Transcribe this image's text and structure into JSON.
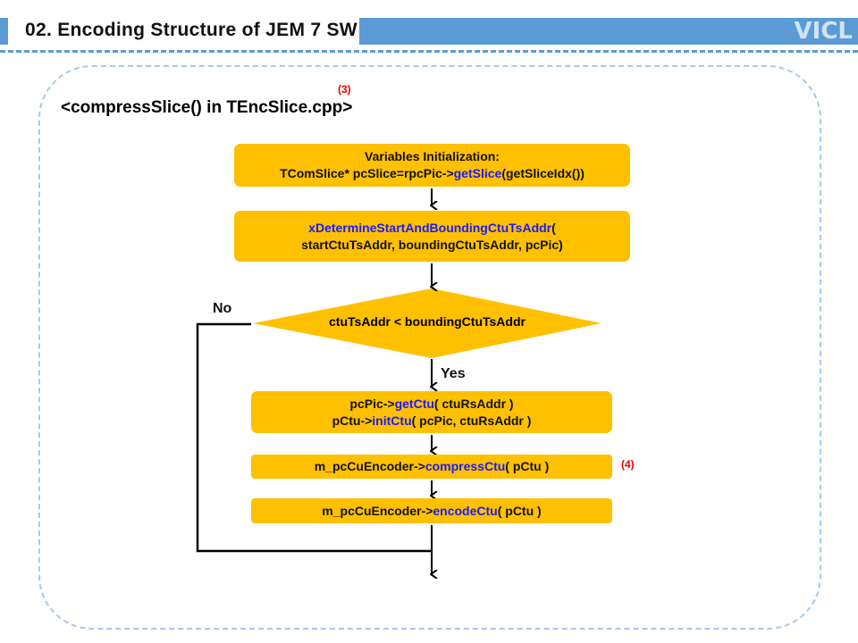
{
  "header": {
    "title": "02. Encoding Structure of JEM 7 SW",
    "logo": "VICL",
    "colors": {
      "accent": "#5b9bd5",
      "box": "#ffc000",
      "function": "#1a1aff",
      "note": "#ee0000"
    }
  },
  "subtitle": "<compressSlice() in TEncSlice.cpp>",
  "notes": {
    "n3": "(3)",
    "n4": "(4)"
  },
  "flow": {
    "b1": {
      "line1": "Variables Initialization:",
      "pre": "TComSlice* pcSlice=rpcPic->",
      "fn": "getSlice",
      "post": "(getSliceIdx())"
    },
    "b2": {
      "fn": "xDetermineStartAndBoundingCtuTsAddr",
      "post": "(",
      "line2": "startCtuTsAddr, boundingCtuTsAddr, pcPic)"
    },
    "decision": "ctuTsAddr < boundingCtuTsAddr",
    "no": "No",
    "yes": "Yes",
    "b3": {
      "pre1": "pcPic->",
      "fn1": "getCtu",
      "post1": "( ctuRsAddr )",
      "pre2": "pCtu->",
      "fn2": "initCtu",
      "post2": "( pcPic, ctuRsAddr )"
    },
    "b4": {
      "pre": "m_pcCuEncoder->",
      "fn": "compressCtu",
      "post": "( pCtu )"
    },
    "b5": {
      "pre": "m_pcCuEncoder->",
      "fn": "encodeCtu",
      "post": "( pCtu )"
    }
  }
}
